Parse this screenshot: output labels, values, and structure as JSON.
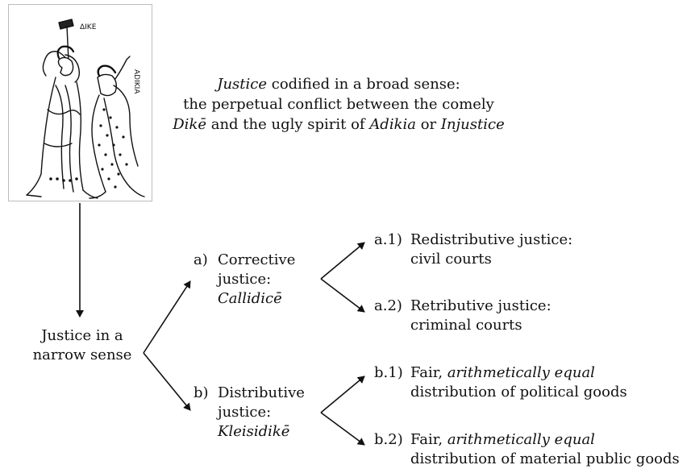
{
  "illustration": {
    "inscription_left": "ΔIKE",
    "inscription_right": "ADIKIA"
  },
  "caption": {
    "line1_italic": "Justice",
    "line1_rest": " codified in a broad sense:",
    "line2": "the perpetual conflict between the comely",
    "line3_dike": "Dikē",
    "line3_mid": " and the ugly spirit of ",
    "line3_adikia": "Adikia",
    "line3_or": " or ",
    "line3_injustice": "Injustice"
  },
  "root": {
    "line1": "Justice in a",
    "line2": "narrow sense"
  },
  "branch_a": {
    "marker": "a)",
    "line1": "Corrective",
    "line2": "justice:",
    "line3": "Callidicē"
  },
  "branch_b": {
    "marker": "b)",
    "line1": "Distributive",
    "line2": "justice:",
    "line3": "Kleisidikē"
  },
  "leaf_a1": {
    "marker": "a.1)",
    "line1": "Redistributive justice:",
    "line2": "civil courts"
  },
  "leaf_a2": {
    "marker": "a.2)",
    "line1": "Retributive justice:",
    "line2": "criminal courts"
  },
  "leaf_b1": {
    "marker": "b.1)",
    "line1_plain": "Fair, ",
    "line1_italic": "arithmetically equal",
    "line2": "distribution of political goods"
  },
  "leaf_b2": {
    "marker": "b.2)",
    "line1_plain": "Fair, ",
    "line1_italic": "arithmetically equal",
    "line2": "distribution of material public goods"
  }
}
